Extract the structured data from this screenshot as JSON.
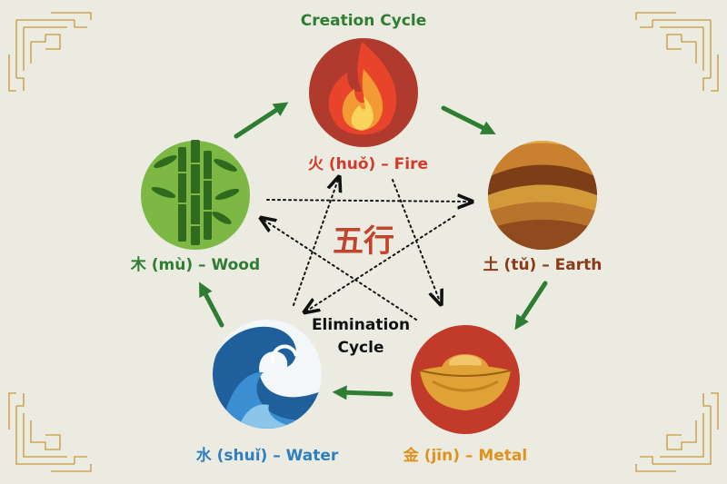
{
  "creation_cycle_label": "Creation Cycle",
  "elimination_cycle_label_line1": "Elimination",
  "elimination_cycle_label_line2": "Cycle",
  "center_title": "五行",
  "elements": {
    "fire": {
      "label": "火 (huǒ) – Fire",
      "color": "#d43a2a"
    },
    "earth": {
      "label": "土 (tǔ) – Earth",
      "color": "#8a3a17"
    },
    "metal": {
      "label": "金 (jīn) – Metal",
      "color": "#e0921d"
    },
    "water": {
      "label": "水 (shuǐ) – Water",
      "color": "#2f7fc0"
    },
    "wood": {
      "label": "木 (mù) – Wood",
      "color": "#2e7d32"
    }
  },
  "colors": {
    "background": "#ecebe2",
    "creation_arrow": "#2e7d32",
    "elimination_arrow": "#111111",
    "border_ornament": "#c9983a"
  }
}
